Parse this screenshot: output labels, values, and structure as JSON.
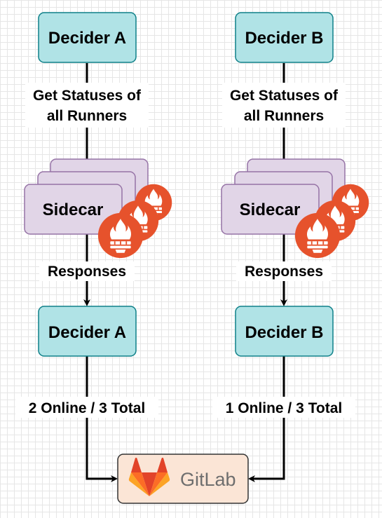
{
  "diagram": {
    "colors": {
      "decider_fill": "#b0e3e6",
      "decider_stroke": "#0e8088",
      "sidecar_fill": "#e1d5e7",
      "sidecar_stroke": "#9673a6",
      "prometheus": "#e6522c",
      "gitlab_fill": "#fbe5d6",
      "gitlab_stroke": "#333333",
      "arrow": "#000000"
    },
    "nodes": {
      "decider_a_top": "Decider A",
      "decider_b_top": "Decider B",
      "sidecar_a": "Sidecar",
      "sidecar_b": "Sidecar",
      "decider_a_bottom": "Decider A",
      "decider_b_bottom": "Decider B",
      "gitlab": "GitLab"
    },
    "edges": {
      "get_statuses_a_line1": "Get Statuses of",
      "get_statuses_a_line2": "all Runners",
      "get_statuses_b_line1": "Get Statuses of",
      "get_statuses_b_line2": "all Runners",
      "responses_a": "Responses",
      "responses_b": "Responses",
      "online_a": "2 Online / 3 Total",
      "online_b": "1 Online / 3 Total"
    },
    "icons": [
      "prometheus-icon",
      "gitlab-logo-icon"
    ]
  }
}
